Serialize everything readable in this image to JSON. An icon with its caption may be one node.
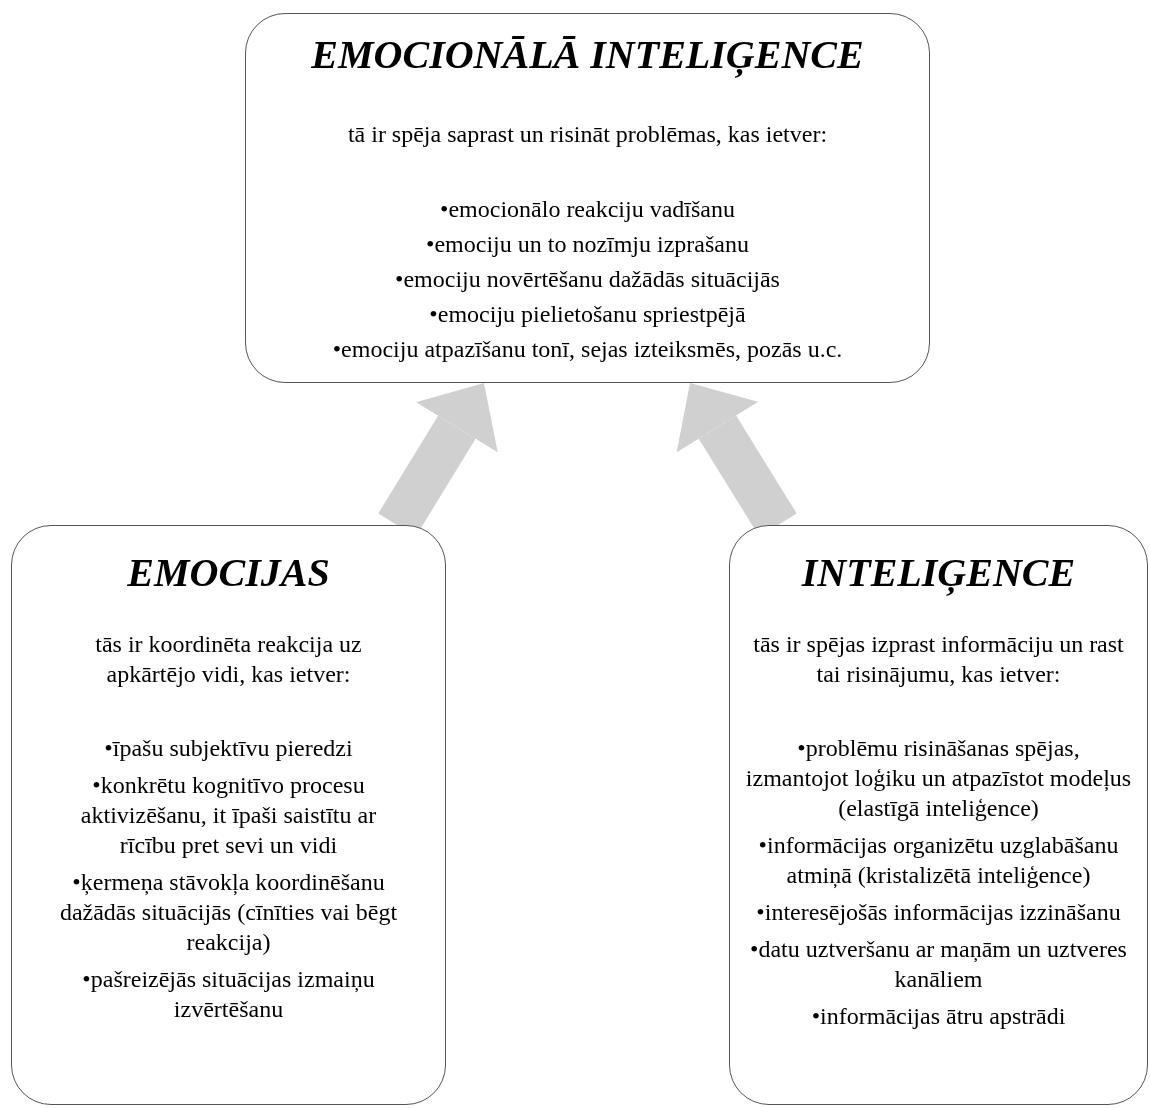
{
  "diagram": {
    "nodes": [
      {
        "text": [
          "EMOCIONĀLĀ INTELIĢENCE",
          "tā ir spēja saprast un risināt problēmas, kas ietver:",
          "•emocionālo reakciju vadīšanu",
          "•emociju un to nozīmju izprašanu",
          "•emociju novērtēšanu dažādās situācijās",
          "•emociju pielietošanu spriestpējā",
          "•emociju atpazīšanu tonī, sejas izteiksmēs, pozās u.c."
        ]
      },
      {
        "text": [
          "EMOCIJAS",
          "tās ir koordinēta reakcija uz apkārtējo vidi, kas ietver:",
          "•īpašu subjektīvu pieredzi",
          "•konkrētu kognitīvo procesu aktivizēšanu, it īpaši saistītu ar rīcību pret sevi un vidi",
          "•ķermeņa stāvokļa koordinēšanu dažādās situācijās (cīnīties vai bēgt reakcija)",
          "•pašreizējās situācijas izmaiņu izvērtēšanu"
        ]
      },
      {
        "text": [
          "INTELIĢENCE",
          "tās ir spējas izprast informāciju un rast tai risinājumu, kas ietver:",
          "•problēmu risināšanas spējas, izmantojot loģiku un atpazīstot modeļus (elastīgā inteliģence)",
          "•informācijas organizētu uzglabāšanu atmiņā (kristalizētā inteliģence)",
          "•interesējošās informācijas izzināšanu",
          "•datu uztveršanu ar maņām un uztveres kanāliem",
          "•informācijas ātru apstrādi"
        ]
      }
    ],
    "edges": [
      {
        "from": 1,
        "to": 0,
        "arrow": "to"
      },
      {
        "from": 2,
        "to": 0,
        "arrow": "to"
      }
    ]
  }
}
